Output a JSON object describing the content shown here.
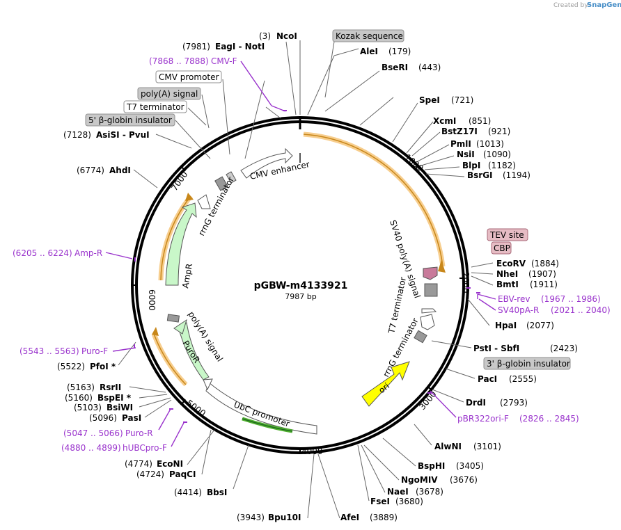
{
  "plasmid": {
    "name": "pGBW-m4133921",
    "size": "7987 bp"
  },
  "credit": {
    "created_by": "Created by",
    "brand": "SnapGene"
  },
  "ticks": [
    "1000",
    "2000",
    "3000",
    "4000",
    "5000",
    "6000",
    "7000"
  ],
  "sites": [
    {
      "pos": "(3)",
      "name": "NcoI"
    },
    {
      "pos": "(179)",
      "name": "AleI"
    },
    {
      "pos": "(443)",
      "name": "BseRI"
    },
    {
      "pos": "(721)",
      "name": "SpeI"
    },
    {
      "pos": "(851)",
      "name": "XcmI"
    },
    {
      "pos": "(921)",
      "name": "BstZ17I"
    },
    {
      "pos": "(1013)",
      "name": "PmlI"
    },
    {
      "pos": "(1090)",
      "name": "NsiI"
    },
    {
      "pos": "(1182)",
      "name": "BlpI"
    },
    {
      "pos": "(1194)",
      "name": "BsrGI"
    },
    {
      "pos": "(1884)",
      "name": "EcoRV"
    },
    {
      "pos": "(1907)",
      "name": "NheI"
    },
    {
      "pos": "(1911)",
      "name": "BmtI"
    },
    {
      "pos": "(2077)",
      "name": "HpaI"
    },
    {
      "pos": "(2423)",
      "name": "PstI - SbfI"
    },
    {
      "pos": "(2555)",
      "name": "PacI"
    },
    {
      "pos": "(2793)",
      "name": "DrdI"
    },
    {
      "pos": "(3101)",
      "name": "AlwNI"
    },
    {
      "pos": "(3405)",
      "name": "BspHI"
    },
    {
      "pos": "(3676)",
      "name": "NgoMIV"
    },
    {
      "pos": "(3678)",
      "name": "NaeI"
    },
    {
      "pos": "(3680)",
      "name": "FseI"
    },
    {
      "pos": "(3889)",
      "name": "AfeI"
    },
    {
      "pos": "(3943)",
      "name": "Bpu10I"
    },
    {
      "pos": "(4414)",
      "name": "BbsI"
    },
    {
      "pos": "(4724)",
      "name": "PaqCI"
    },
    {
      "pos": "(4774)",
      "name": "EcoNI"
    },
    {
      "pos": "(5096)",
      "name": "PasI"
    },
    {
      "pos": "(5103)",
      "name": "BsiWI"
    },
    {
      "pos": "(5160)",
      "name": "BspEI *"
    },
    {
      "pos": "(5163)",
      "name": "RsrII"
    },
    {
      "pos": "(5522)",
      "name": "PfoI *"
    },
    {
      "pos": "(6774)",
      "name": "AhdI"
    },
    {
      "pos": "(7128)",
      "name": "AsiSI - PvuI"
    },
    {
      "pos": "(7981)",
      "name": "EagI - NotI"
    }
  ],
  "primers": [
    {
      "name": "CMV-F",
      "range": "(7868 .. 7888)"
    },
    {
      "name": "EBV-rev",
      "range": "(1967 .. 1986)"
    },
    {
      "name": "SV40pA-R",
      "range": "(2021 .. 2040)"
    },
    {
      "name": "pBR322ori-F",
      "range": "(2826 .. 2845)"
    },
    {
      "name": "hUBCpro-F",
      "range": "(4880 .. 4899)"
    },
    {
      "name": "Puro-R",
      "range": "(5047 .. 5066)"
    },
    {
      "name": "Puro-F",
      "range": "(5543 .. 5563)"
    },
    {
      "name": "Amp-R",
      "range": "(6205 .. 6224)"
    }
  ],
  "boxed": {
    "kozak": "Kozak sequence",
    "cmv_promoter": "CMV promoter",
    "polya_signal": "poly(A) signal",
    "t7_term_top": "T7 terminator",
    "globin_5": "5' β-globin insulator",
    "tev": "TEV site",
    "cbp": "CBP",
    "globin_3": "3' β-globin insulator"
  },
  "features": {
    "cmv_enhancer": "CMV enhancer",
    "rrng_term_top": "rrnG terminator",
    "ampr": "AmpR",
    "sv40": "SV40 poly(A) signal",
    "t7_term": "T7 terminator",
    "rrng_term": "rrnG terminator",
    "ori": "ori",
    "ubc": "UbC promoter",
    "puror": "PuroR",
    "polya": "poly(A) signal"
  },
  "colors": {
    "orf": "#f7ce8e",
    "ampr": "#c9f7c9",
    "ori": "#ffff00",
    "primer": "#9932cc",
    "ubc_primer": "#50b030"
  }
}
